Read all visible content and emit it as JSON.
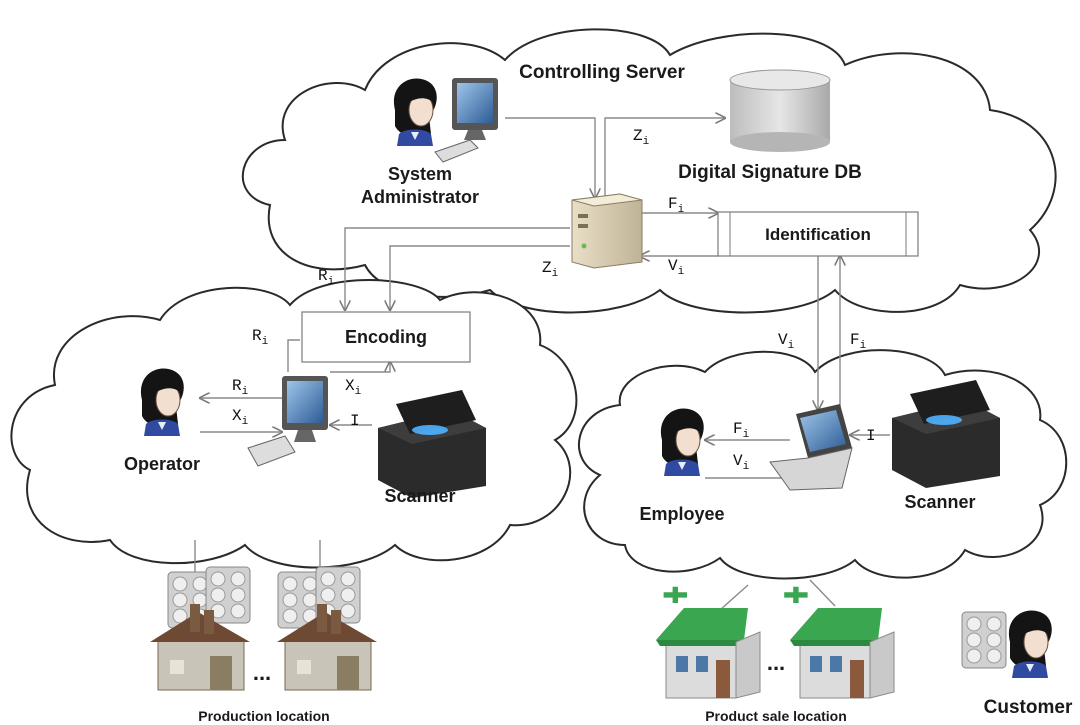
{
  "server_zone": {
    "title": "Controlling Server",
    "admin_label_line1": "System",
    "admin_label_line2": "Administrator",
    "db_label": "Digital Signature DB",
    "identification_label": "Identification",
    "var_z_db": "Zi",
    "var_f_ident": "Fi",
    "var_v_ident": "Vi",
    "var_z_enc": "Zi",
    "var_r_enc": "Ri"
  },
  "production_zone": {
    "encoding_label": "Encoding",
    "operator_label": "Operator",
    "scanner_label": "Scanner",
    "var_r_left": "Ri",
    "var_r_op": "Ri",
    "var_x_op": "Xi",
    "var_x_enc": "Xi",
    "var_i_scanner": "I",
    "location_label": "Production location",
    "ellipsis": "..."
  },
  "sale_zone": {
    "employee_label": "Employee",
    "scanner_label": "Scanner",
    "var_v_down": "Vi",
    "var_f_down": "Fi",
    "var_f_emp": "Fi",
    "var_v_emp": "Vi",
    "var_i_scanner": "I",
    "location_label": "Product sale location",
    "ellipsis": "..."
  },
  "customer": {
    "label": "Customer"
  },
  "colors": {
    "pharmacy_roof": "#3aa650",
    "pharmacy_wall": "#d9d9d9",
    "factory_roof": "#6e4a35",
    "monitor_screen": "#4c78a8",
    "scanner_body": "#2b2b2b",
    "scanner_glow": "#4fb3ff",
    "shirt": "#2f4aa0"
  }
}
